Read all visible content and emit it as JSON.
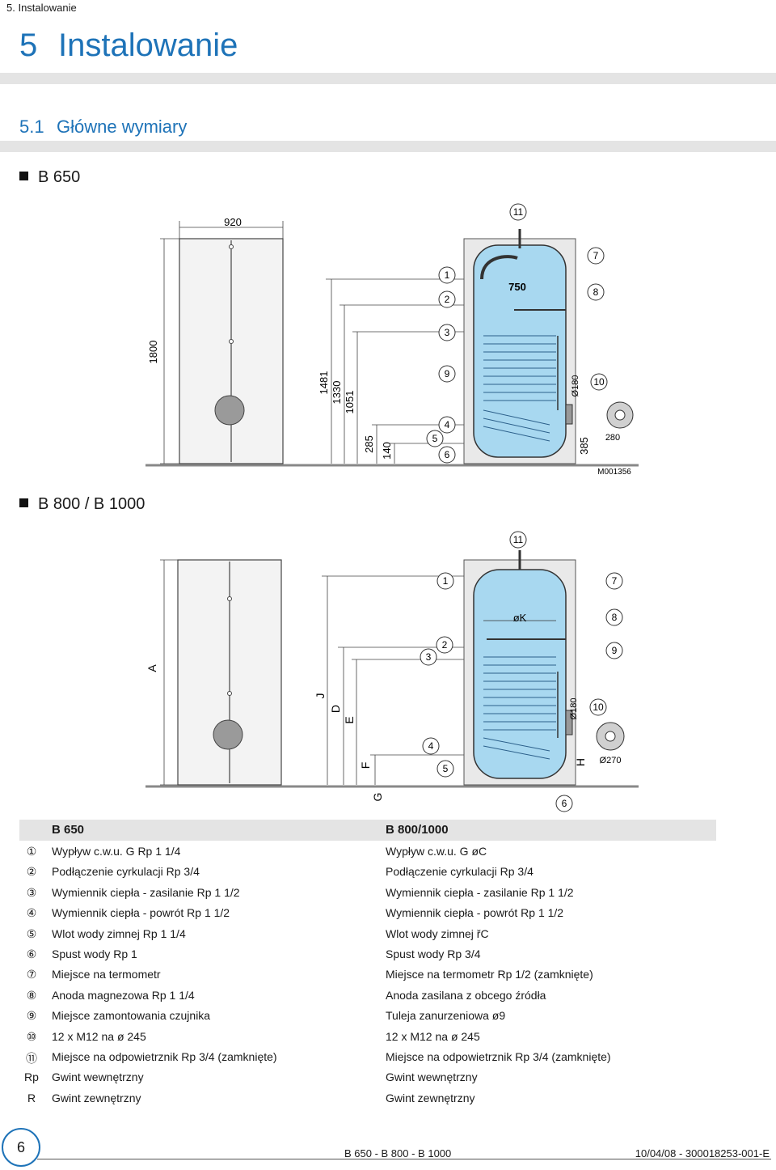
{
  "header": {
    "running_title": "5. Instalowanie"
  },
  "chapter": {
    "number": "5",
    "title": "Instalowanie"
  },
  "section": {
    "number": "5.1",
    "title": "Główne wymiary"
  },
  "models": {
    "b650": "B 650",
    "b800": "B 800 / B 1000"
  },
  "figure1": {
    "width_total": "920",
    "height_total": "1800",
    "tank_diameter": "750",
    "h1": "1481",
    "h2": "1330",
    "h3": "1051",
    "h4": "285",
    "h5": "140",
    "flange_dia": "Ø180",
    "flange_h": "385",
    "flange_bolt_circle": "280",
    "ref": "M001356",
    "callouts": [
      "1",
      "2",
      "3",
      "4",
      "5",
      "6",
      "7",
      "8",
      "9",
      "10",
      "11"
    ]
  },
  "figure2": {
    "A": "A",
    "J": "J",
    "D": "D",
    "E": "E",
    "F": "F",
    "G": "G",
    "H": "H",
    "tank_diameter": "øK",
    "flange_dia": "Ø180",
    "flange_bolt_circle": "Ø270",
    "callouts": [
      "1",
      "2",
      "3",
      "4",
      "5",
      "6",
      "7",
      "8",
      "9",
      "10",
      "11"
    ]
  },
  "legend": {
    "col1_title": "B 650",
    "col2_title": "B 800/1000",
    "rows": [
      {
        "key": "①",
        "b650": "Wypływ c.w.u. G Rp 1 1/4",
        "b800": "Wypływ c.w.u. G øC"
      },
      {
        "key": "②",
        "b650": "Podłączenie cyrkulacji Rp 3/4",
        "b800": "Podłączenie cyrkulacji Rp 3/4"
      },
      {
        "key": "③",
        "b650": "Wymiennik ciepła - zasilanie Rp 1 1/2",
        "b800": "Wymiennik ciepła - zasilanie Rp 1 1/2"
      },
      {
        "key": "④",
        "b650": "Wymiennik ciepła - powrót Rp 1 1/2",
        "b800": "Wymiennik ciepła - powrót Rp 1 1/2"
      },
      {
        "key": "⑤",
        "b650": "Wlot wody zimnej Rp 1 1/4",
        "b800": "Wlot wody zimnej řC"
      },
      {
        "key": "⑥",
        "b650": "Spust wody Rp 1",
        "b800": "Spust wody Rp 3/4"
      },
      {
        "key": "⑦",
        "b650": "Miejsce na termometr",
        "b800": "Miejsce na termometr Rp 1/2 (zamknięte)"
      },
      {
        "key": "⑧",
        "b650": "Anoda magnezowa Rp 1 1/4",
        "b800": "Anoda zasilana z obcego źródła"
      },
      {
        "key": "⑨",
        "b650": "Miejsce zamontowania czujnika",
        "b800": "Tuleja zanurzeniowa ø9"
      },
      {
        "key": "⑩",
        "b650": "12 x M12 na ø 245",
        "b800": "12 x M12 na ø 245"
      },
      {
        "key": "⑪",
        "b650": "Miejsce na odpowietrznik Rp 3/4 (zamknięte)",
        "b800": "Miejsce na odpowietrznik Rp 3/4 (zamknięte)"
      },
      {
        "key": "Rp",
        "b650": "Gwint wewnętrzny",
        "b800": "Gwint wewnętrzny"
      },
      {
        "key": "R",
        "b650": "Gwint zewnętrzny",
        "b800": "Gwint zewnętrzny"
      }
    ]
  },
  "footer": {
    "page": "6",
    "models": "B 650 - B 800 - B 1000",
    "docref": "10/04/08 - 300018253-001-E"
  },
  "colors": {
    "accent": "#1e73b8",
    "tank": "#a8d8f0",
    "coil": "#7fb8e6"
  }
}
